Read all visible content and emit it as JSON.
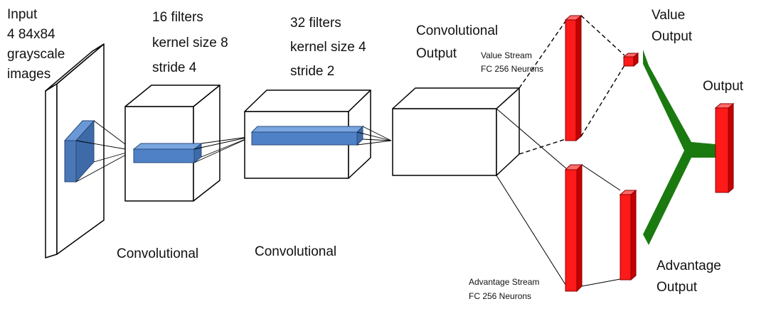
{
  "labels": {
    "input": [
      "Input",
      "4 84x84",
      "grayscale",
      "images"
    ],
    "conv1_params": [
      "16 filters",
      "kernel size 8",
      "stride 4"
    ],
    "conv2_params": [
      "32 filters",
      "kernel size 4",
      "stride 2"
    ],
    "conv1_name": "Convolutional",
    "conv2_name": "Convolutional",
    "conv_output": [
      "Convolutional",
      "Output"
    ],
    "value_stream": [
      "Value Stream",
      "FC 256 Neurons"
    ],
    "advantage_stream": [
      "Advantage Stream",
      "FC 256 Neurons"
    ],
    "value_output": [
      "Value",
      "Output"
    ],
    "advantage_output": [
      "Advantage",
      "Output"
    ],
    "output": "Output"
  },
  "colors": {
    "filter_blue": "#4f81c7",
    "neuron_red": "#ff1a1a",
    "merge_green": "#1a7a10",
    "outline": "#000000"
  }
}
